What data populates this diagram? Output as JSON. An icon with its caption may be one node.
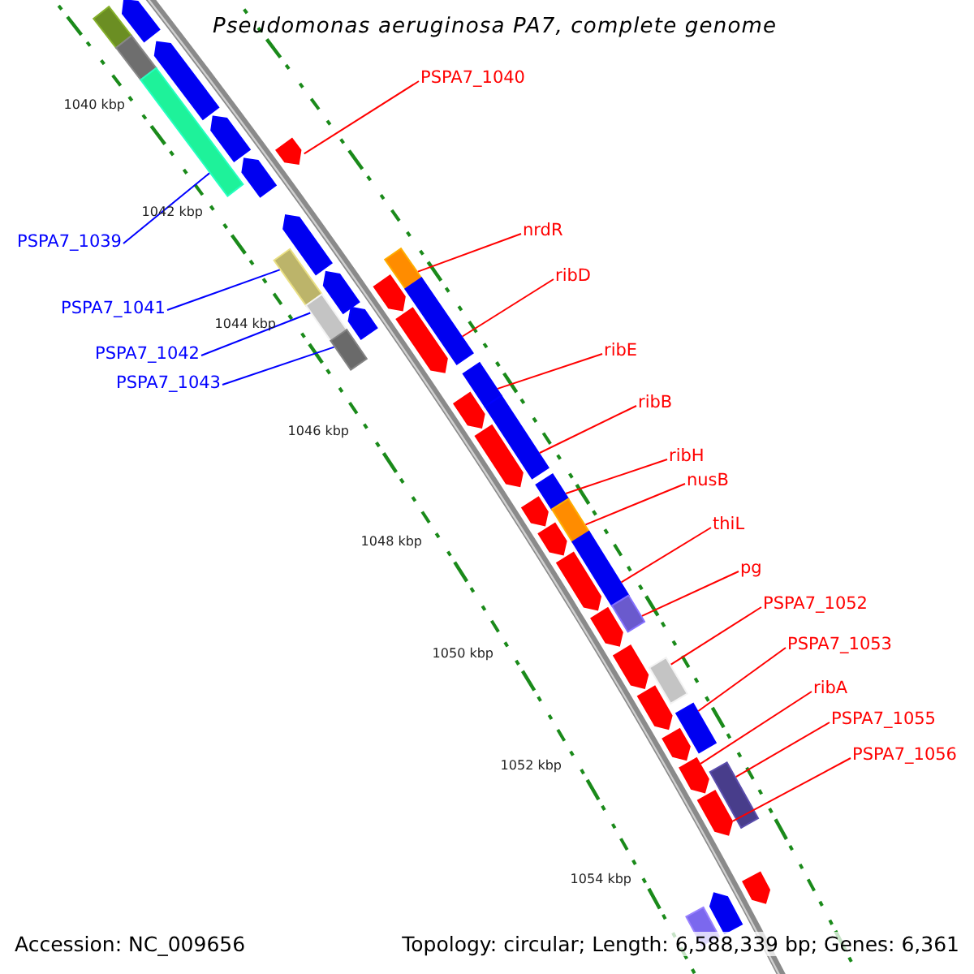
{
  "diagram": {
    "title": "Pseudomonas aeruginosa PA7, complete genome",
    "nodes": [
      {
        "text": [
          "PSPA7_1040"
        ]
      },
      {
        "text": [
          "PSPA7_1039"
        ]
      },
      {
        "text": [
          "nrdR"
        ]
      },
      {
        "text": [
          "ribD"
        ]
      },
      {
        "text": [
          "PSPA7_1041"
        ]
      },
      {
        "text": [
          "PSPA7_1042"
        ]
      },
      {
        "text": [
          "PSPA7_1043"
        ]
      },
      {
        "text": [
          "ribE"
        ]
      },
      {
        "text": [
          "ribB"
        ]
      },
      {
        "text": [
          "ribH"
        ]
      },
      {
        "text": [
          "nusB"
        ]
      },
      {
        "text": [
          "thiL"
        ]
      },
      {
        "text": [
          "pg"
        ]
      },
      {
        "text": [
          "PSPA7_1052"
        ]
      },
      {
        "text": [
          "PSPA7_1053"
        ]
      },
      {
        "text": [
          "ribA"
        ]
      },
      {
        "text": [
          "PSPA7_1055"
        ]
      },
      {
        "text": [
          "PSPA7_1056"
        ]
      },
      {
        "text": [],
        "shape": "bar"
      },
      {
        "text": [],
        "shape": "pentagon"
      },
      {
        "text": [],
        "shape": "bar"
      },
      {
        "text": [],
        "shape": "pentagon"
      },
      {
        "text": [],
        "shape": "bar"
      },
      {
        "text": [],
        "shape": "pentagon"
      },
      {
        "text": [],
        "shape": "pentagon"
      },
      {
        "text": [],
        "shape": "pentagon"
      },
      {
        "text": [],
        "shape": "pentagon"
      },
      {
        "text": [],
        "shape": "bar"
      },
      {
        "text": [],
        "shape": "pentagon"
      },
      {
        "text": [],
        "shape": "bar"
      },
      {
        "text": [],
        "shape": "bar"
      },
      {
        "text": [],
        "shape": "pentagon"
      },
      {
        "text": [],
        "shape": "pentagon"
      },
      {
        "text": [],
        "shape": "bar"
      },
      {
        "text": [],
        "shape": "bar"
      },
      {
        "text": [],
        "shape": "pentagon"
      },
      {
        "text": [],
        "shape": "bar"
      },
      {
        "text": [],
        "shape": "pentagon"
      },
      {
        "text": [],
        "shape": "bar"
      },
      {
        "text": [],
        "shape": "pentagon"
      },
      {
        "text": [],
        "shape": "bar"
      },
      {
        "text": [],
        "shape": "pentagon"
      },
      {
        "text": [],
        "shape": "bar"
      },
      {
        "text": [],
        "shape": "pentagon"
      },
      {
        "text": [],
        "shape": "bar"
      },
      {
        "text": [],
        "shape": "pentagon"
      },
      {
        "text": [],
        "shape": "bar"
      },
      {
        "text": [],
        "shape": "pentagon"
      },
      {
        "text": [],
        "shape": "pentagon"
      },
      {
        "text": [],
        "shape": "bar"
      },
      {
        "text": [],
        "shape": "pentagon"
      },
      {
        "text": [],
        "shape": "bar"
      },
      {
        "text": [],
        "shape": "pentagon"
      },
      {
        "text": [],
        "shape": "pentagon"
      },
      {
        "text": [],
        "shape": "bar"
      },
      {
        "text": [],
        "shape": "pentagon"
      },
      {
        "text": [],
        "shape": "pentagon"
      },
      {
        "text": [],
        "shape": "pentagon"
      },
      {
        "text": [],
        "shape": "bar"
      }
    ],
    "edges": [
      {
        "from": 0,
        "to": 25,
        "arrow": "none"
      },
      {
        "from": 1,
        "to": 22,
        "arrow": "none",
        "color": "#0000ff"
      },
      {
        "from": 2,
        "to": 30,
        "arrow": "none"
      },
      {
        "from": 3,
        "to": 34,
        "arrow": "none"
      },
      {
        "from": 4,
        "to": 27,
        "arrow": "none",
        "color": "#0000ff"
      },
      {
        "from": 5,
        "to": 29,
        "arrow": "none",
        "color": "#0000ff"
      },
      {
        "from": 6,
        "to": 33,
        "arrow": "none",
        "color": "#0000ff"
      },
      {
        "from": 7,
        "to": 36,
        "arrow": "none"
      },
      {
        "from": 8,
        "to": 38,
        "arrow": "none"
      },
      {
        "from": 9,
        "to": 40,
        "arrow": "none"
      },
      {
        "from": 10,
        "to": 42,
        "arrow": "none"
      },
      {
        "from": 11,
        "to": 44,
        "arrow": "none"
      },
      {
        "from": 12,
        "to": 46,
        "arrow": "none"
      },
      {
        "from": 13,
        "to": 49,
        "arrow": "none"
      },
      {
        "from": 14,
        "to": 51,
        "arrow": "none"
      },
      {
        "from": 15,
        "to": 53,
        "arrow": "none"
      },
      {
        "from": 16,
        "to": 54,
        "arrow": "none"
      },
      {
        "from": 17,
        "to": 55,
        "arrow": "none"
      }
    ],
    "labels": [
      "1040 kbp",
      "1042 kbp",
      "1044 kbp",
      "1046 kbp",
      "1048 kbp",
      "1050 kbp",
      "1052 kbp",
      "1054 kbp",
      "Accession: NC_009656",
      "Topology: circular; Length: 6,588,339 bp; Genes: 6,361"
    ]
  }
}
